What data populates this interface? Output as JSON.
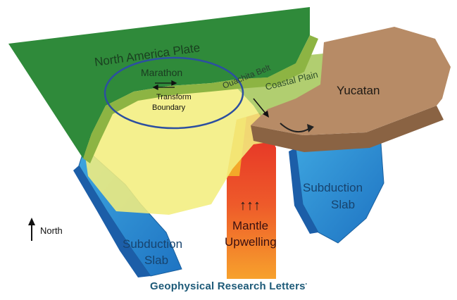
{
  "diagram": {
    "plates": {
      "north_america": "North America Plate",
      "yucatan": "Yucatan"
    },
    "regions": {
      "marathon": "Marathon",
      "ouachita_belt": "Ouachita Belt",
      "coastal_plain": "Coastal Plain"
    },
    "transform_boundary": {
      "line1": "Transform",
      "line2": "Boundary"
    },
    "subduction_left": {
      "line1": "Subduction",
      "line2": "Slab"
    },
    "subduction_right": {
      "line1": "Subduction",
      "line2": "Slab"
    },
    "mantle": {
      "line1": "Mantle",
      "line2": "Upwelling",
      "arrows": "↑↑↑"
    },
    "north_label": "North"
  },
  "footer": {
    "credit": "Geophysical Research Letters"
  },
  "colors": {
    "north_america_green": "#2f8a3a",
    "yellow_plate": "#f2ee7e",
    "light_green": "#a9c960",
    "yucatan_brown": "#b78b66",
    "slab_blue": "#2e8fd2",
    "mantle_red": "#e8432c",
    "ellipse_blue": "#2c4fa0",
    "credit_blue": "#1d5a78"
  }
}
